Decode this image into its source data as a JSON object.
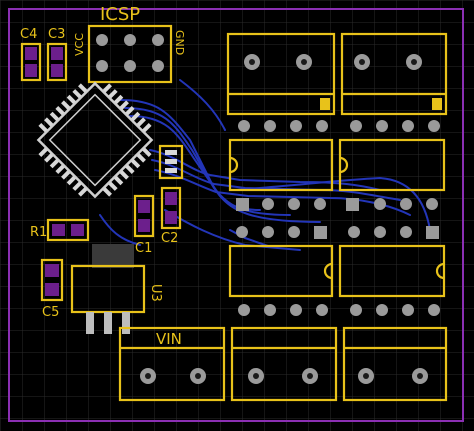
{
  "colors": {
    "background": "#000000",
    "grid": "#2a2a2a",
    "board_outline": "#8b2fb3",
    "silkscreen": "#e8c21a",
    "copper_pad": "#9a9a9a",
    "trace": "#2335b8",
    "smd_pad": "#6c1f8c"
  },
  "labels": {
    "icsp": "ICSP",
    "vcc": "VCC",
    "gnd": "GND",
    "c4": "C4",
    "c3": "C3",
    "r1": "R1",
    "c1": "C1",
    "c2": "C2",
    "c5": "C5",
    "u3": "U3",
    "vin": "VIN"
  }
}
